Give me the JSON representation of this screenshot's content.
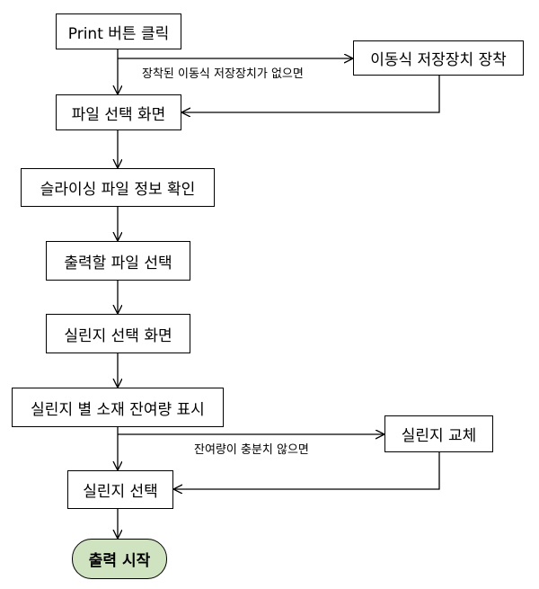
{
  "steps": {
    "print": "Print 버튼 클릭",
    "insert_storage": "이동식 저장장치 장착",
    "file_select_screen": "파일 선택 화면",
    "slicing_info": "슬라이싱 파일 정보 확인",
    "select_output_file": "출력할 파일 선택",
    "cylinder_screen": "실린지 선택 화면",
    "show_remaining": "실린지 별 소재 잔여량 표시",
    "replace_cylinder": "실린지 교체",
    "select_cylinder": "실린지 선택",
    "start": "출력 시작"
  },
  "conditions": {
    "no_storage": "장착된 이동식 저장장치가 없으면",
    "insufficient": "잔여량이 충분치 않으면"
  }
}
